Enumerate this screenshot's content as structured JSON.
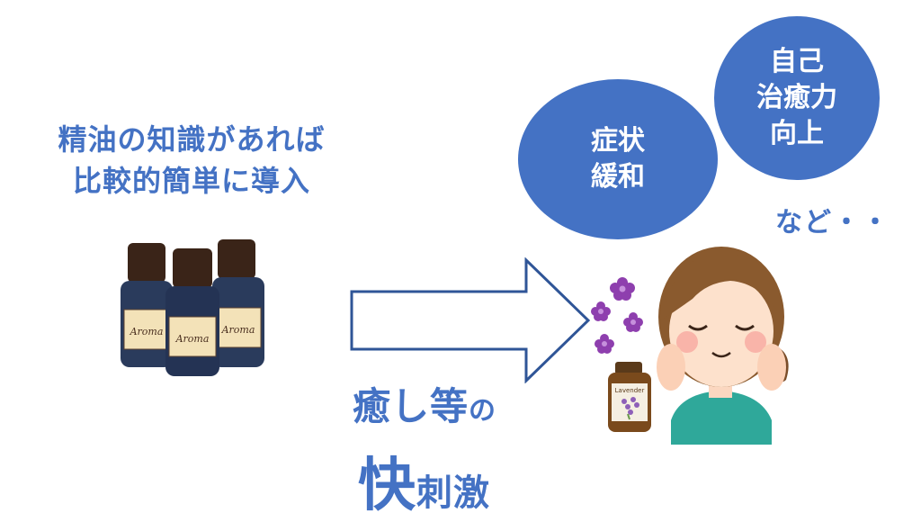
{
  "left_caption": {
    "line1": "精油の知識があれば",
    "line2": "比較的簡単に導入"
  },
  "bottles": {
    "label": "Aroma"
  },
  "arrow": {
    "color": "#2f5597"
  },
  "bubbles": [
    {
      "lines": [
        "症状",
        "緩和"
      ]
    },
    {
      "lines": [
        "自己",
        "治癒力",
        "向上"
      ]
    }
  ],
  "etc_text": "など・・",
  "stimulus": {
    "line1_a": "癒し等",
    "line1_b": "の",
    "line2_a": "快",
    "line2_b": "刺激"
  },
  "lavender_bottle": {
    "label": "Lavender"
  },
  "colors": {
    "accent": "#4472c4",
    "bubble": "#4472c4",
    "flower": "#8e3fae"
  }
}
